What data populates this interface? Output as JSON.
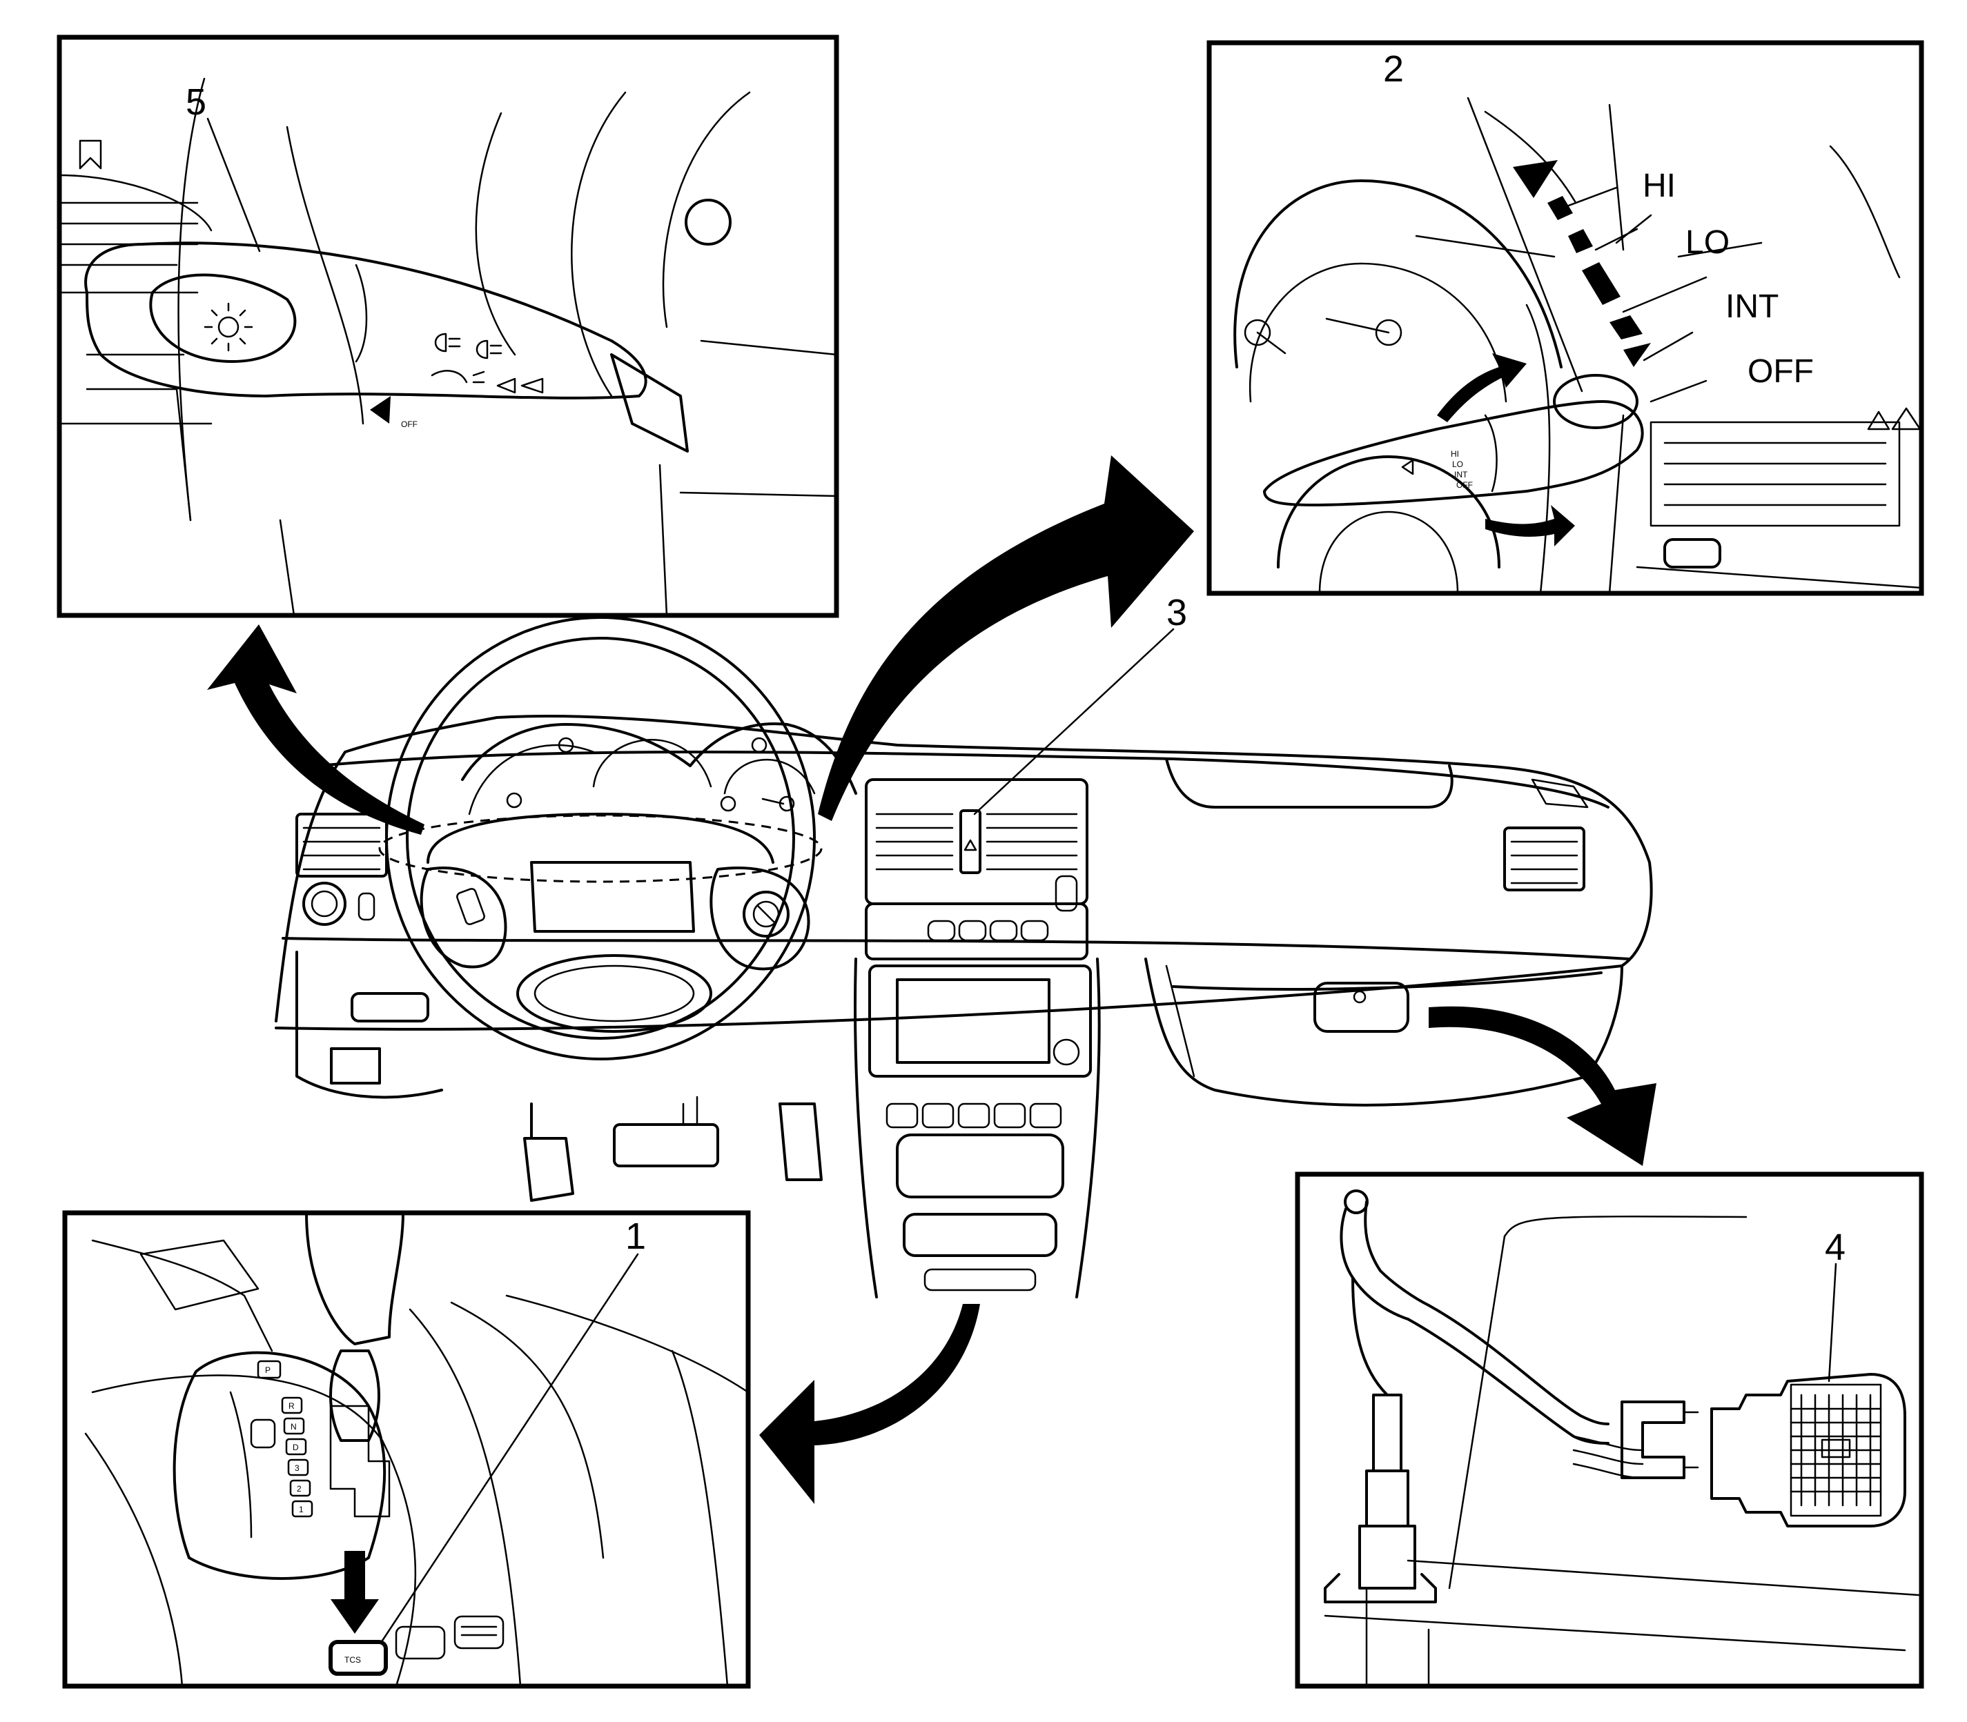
{
  "callouts": {
    "c1": "1",
    "c2": "2",
    "c3": "3",
    "c4": "4",
    "c5": "5"
  },
  "wiper_positions": {
    "hi": "HI",
    "lo": "LO",
    "int": "INT",
    "off": "OFF"
  },
  "stalk_small_labels": {
    "hi": "HI",
    "lo": "LO",
    "int": "INT",
    "off": "OFF",
    "light_off": "OFF"
  },
  "shifter": {
    "button": "TCS",
    "gears": [
      "P",
      "R",
      "N",
      "D",
      "3",
      "2",
      "1"
    ]
  }
}
